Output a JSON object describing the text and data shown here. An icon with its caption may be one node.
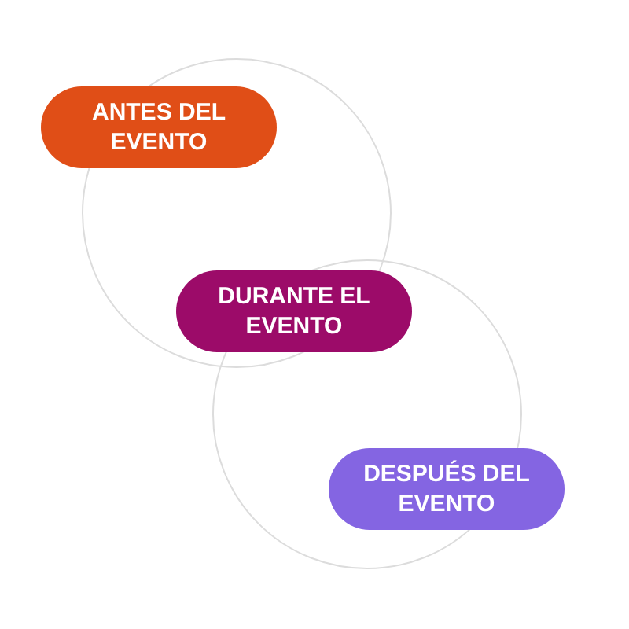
{
  "diagram": {
    "nodes": [
      {
        "text": [
          "ANTES DEL EVENTO"
        ]
      },
      {
        "text": [
          "DURANTE EL EVENTO"
        ]
      },
      {
        "text": [
          "DESPUÉS DEL EVENTO"
        ]
      },
      {
        "text": [],
        "shape": "circle"
      },
      {
        "text": [],
        "shape": "circle"
      }
    ]
  }
}
